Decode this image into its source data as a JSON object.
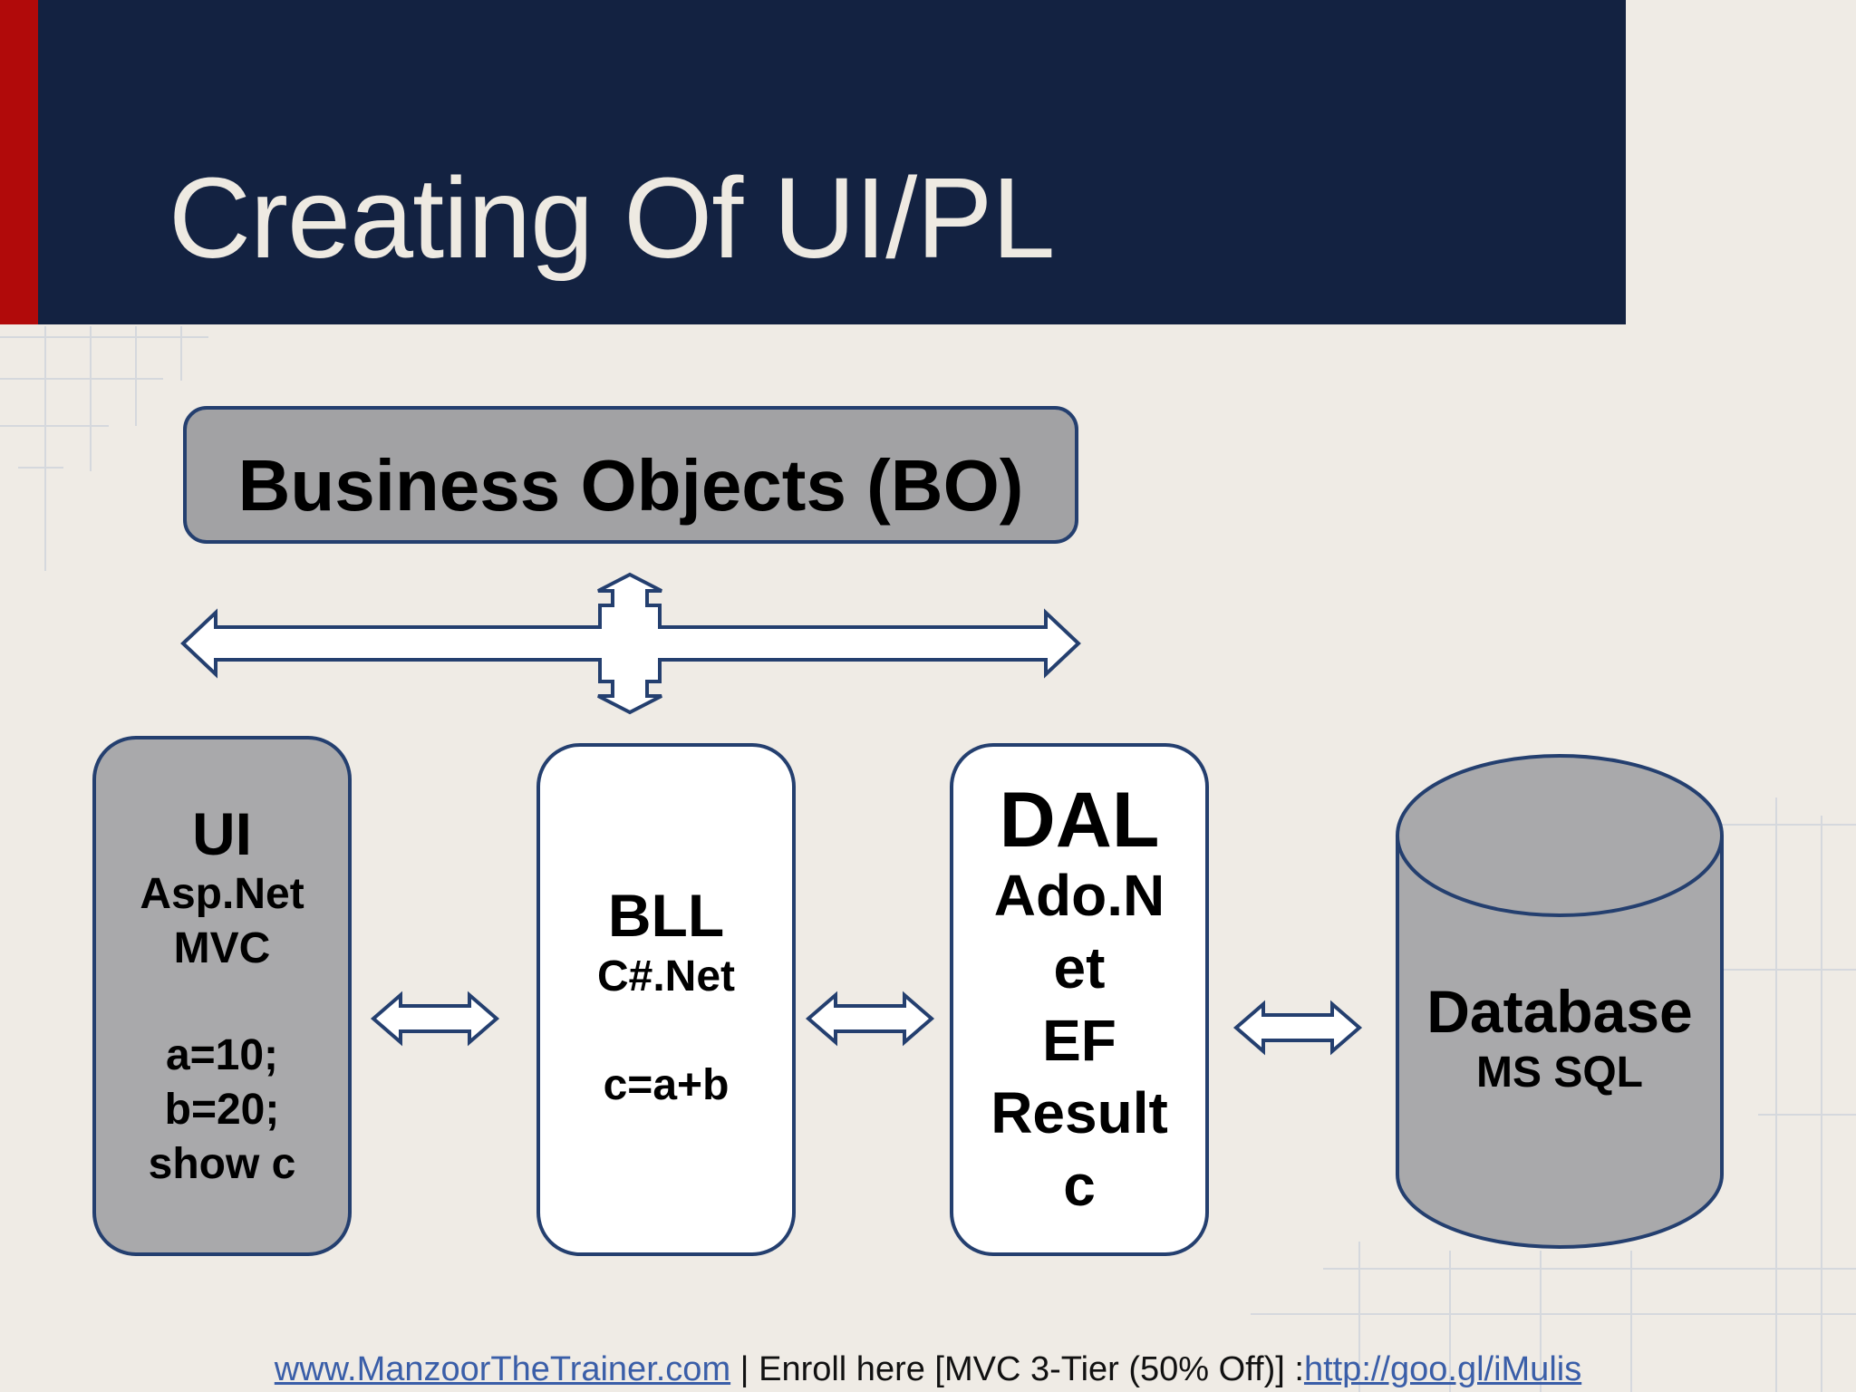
{
  "slide": {
    "title": "Creating Of UI/PL",
    "colors": {
      "header": "#132241",
      "accent": "#b10a0a",
      "background": "#efebe5",
      "box_border": "#243f6f"
    }
  },
  "diagram": {
    "business_objects": {
      "label": "Business Objects (BO)"
    },
    "ui_layer": {
      "title": "UI",
      "tech_lines": [
        "Asp.Net",
        "MVC"
      ],
      "code_lines": [
        "a=10;",
        "b=20;",
        "show c"
      ]
    },
    "bll_layer": {
      "title": "BLL",
      "tech": "C#.Net",
      "code": "c=a+b"
    },
    "dal_layer": {
      "title": "DAL",
      "lines": [
        "Ado.N",
        "et",
        "EF",
        "Result",
        "c"
      ]
    },
    "database": {
      "title": "Database",
      "subtitle": "MS SQL"
    }
  },
  "footer": {
    "site_link": "www.ManzoorTheTrainer.com",
    "middle_text": " | Enroll here [MVC 3-Tier (50% Off)] :",
    "enroll_link": "http://goo.gl/iMulis"
  }
}
